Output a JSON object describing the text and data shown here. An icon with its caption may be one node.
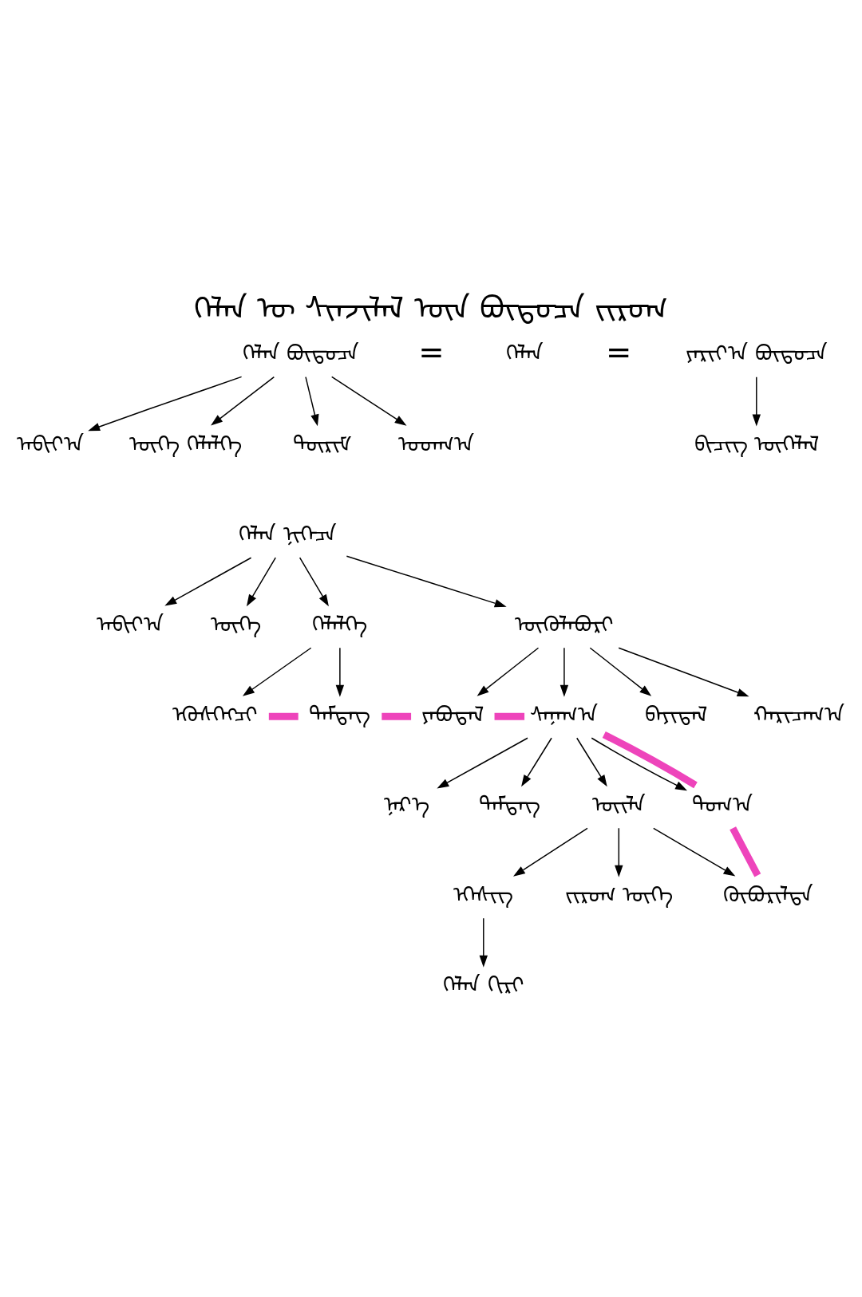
{
  "diagram": {
    "title": "ᠬᠡᠯᠡᠨ ᠦ ᠰᠢᠨᠵᠢᠯᠡᠯ ᠦᠨ ᠪᠦᠲᠦᠴᠡ ᠵᠢᠷᠤᠭ",
    "nodes": [
      {
        "text": [
          "ᠬᠡᠯᠡᠨ ᠪᠦᠲᠦᠴᠡ"
        ]
      },
      {
        "text": [
          "ᠬᠡᠯᠡᠨ"
        ]
      },
      {
        "text": [
          "ᠶᠠᠷᠢᠶ᠎ᠠ ᠪᠦᠲᠦᠴᠡ"
        ]
      },
      {
        "text": [
          "ᠠᠪᠢᠶ᠎ᠠ"
        ]
      },
      {
        "text": [
          "ᠦᠭᠡ ᠬᠡᠯᠡᠯᠭᠡ"
        ]
      },
      {
        "text": [
          "ᠳᠦᠷᠢᠮ"
        ]
      },
      {
        "text": [
          "ᠤᠳᠬ᠎ᠠ"
        ]
      },
      {
        "text": [
          "ᠪᠢᠴᠢᠭ ᠦᠭᠡᠯᠡᠯ"
        ]
      },
      {
        "text": [
          "ᠬᠡᠯᠡᠨ ᠨᠢᠭᠡᠴᠡ"
        ]
      },
      {
        "text": [
          "ᠠᠪᠢᠶ᠎ᠠ"
        ]
      },
      {
        "text": [
          "ᠦᠭᠡ"
        ]
      },
      {
        "text": [
          "ᠬᠡᠯᠡᠯᠭᠡ"
        ]
      },
      {
        "text": [
          "ᠥᠭᠦᠯᠡᠪᠦᠷᠢ"
        ]
      },
      {
        "text": [
          "ᠡᠭᠦᠰᠬᠡᠭᠴᠢ"
        ]
      },
      {
        "text": [
          "ᠲᠡᠮᠳᠡᠭ"
        ]
      },
      {
        "text": [
          "ᠶᠠᠪᠤᠳᠠᠯ"
        ]
      },
      {
        "text": [
          "ᠰᠠᠨᠠᠭ᠎ᠠ"
        ]
      },
      {
        "text": [
          "ᠪᠠᠶᠢᠳᠠᠯ"
        ]
      },
      {
        "text": [
          "ᠬᠠᠷᠢᠴᠠᠭ᠎ᠠ"
        ]
      },
      {
        "text": [
          "ᠨᠡᠷ᠎ᠡ"
        ]
      },
      {
        "text": [
          "ᠲᠡᠮᠳᠡᠭ"
        ]
      },
      {
        "text": [
          "ᠦᠢᠯᠡ"
        ]
      },
      {
        "text": [
          "ᠲᠣᠭ᠎ᠠ"
        ]
      },
      {
        "text": [
          "ᠡᠭᠡᠰᠢᠭ"
        ]
      },
      {
        "text": [
          "ᠵᠢᠷᠤᠭ ᠦᠭᠡ"
        ]
      },
      {
        "text": [
          "ᠬᠦᠪᠦᠷᠢᠯᠲᠡ"
        ]
      },
      {
        "text": [
          "ᠬᠡᠯᠡᠨ ᠬᠢᠷᠢ"
        ]
      }
    ],
    "edges": [
      {
        "from": 0,
        "to": 3,
        "arrow": "to"
      },
      {
        "from": 0,
        "to": 4,
        "arrow": "to"
      },
      {
        "from": 0,
        "to": 5,
        "arrow": "to"
      },
      {
        "from": 0,
        "to": 6,
        "arrow": "to"
      },
      {
        "from": 2,
        "to": 7,
        "arrow": "to"
      },
      {
        "from": 8,
        "to": 9,
        "arrow": "to"
      },
      {
        "from": 8,
        "to": 10,
        "arrow": "to"
      },
      {
        "from": 8,
        "to": 11,
        "arrow": "to"
      },
      {
        "from": 8,
        "to": 12,
        "arrow": "to"
      },
      {
        "from": 11,
        "to": 13,
        "arrow": "to"
      },
      {
        "from": 11,
        "to": 14,
        "arrow": "to"
      },
      {
        "from": 12,
        "to": 15,
        "arrow": "to"
      },
      {
        "from": 12,
        "to": 16,
        "arrow": "to"
      },
      {
        "from": 12,
        "to": 17,
        "arrow": "to"
      },
      {
        "from": 12,
        "to": 18,
        "arrow": "to"
      },
      {
        "from": 16,
        "to": 19,
        "arrow": "to"
      },
      {
        "from": 16,
        "to": 20,
        "arrow": "to"
      },
      {
        "from": 16,
        "to": 21,
        "arrow": "to"
      },
      {
        "from": 16,
        "to": 22,
        "arrow": "to"
      },
      {
        "from": 21,
        "to": 23,
        "arrow": "to"
      },
      {
        "from": 21,
        "to": 24,
        "arrow": "to"
      },
      {
        "from": 21,
        "to": 25,
        "arrow": "to"
      },
      {
        "from": 23,
        "to": 26,
        "arrow": "to"
      },
      {
        "from": 13,
        "to": 14,
        "arrow": "none",
        "style": "thick",
        "color": "#ee44bb"
      },
      {
        "from": 14,
        "to": 15,
        "arrow": "none",
        "style": "thick",
        "color": "#ee44bb"
      },
      {
        "from": 15,
        "to": 16,
        "arrow": "none",
        "style": "thick",
        "color": "#ee44bb"
      },
      {
        "from": 16,
        "to": 22,
        "arrow": "none",
        "style": "thick",
        "color": "#ee44bb"
      },
      {
        "from": 22,
        "to": 25,
        "arrow": "none",
        "style": "thick",
        "color": "#ee44bb"
      }
    ],
    "labels": [
      "=",
      "="
    ]
  }
}
